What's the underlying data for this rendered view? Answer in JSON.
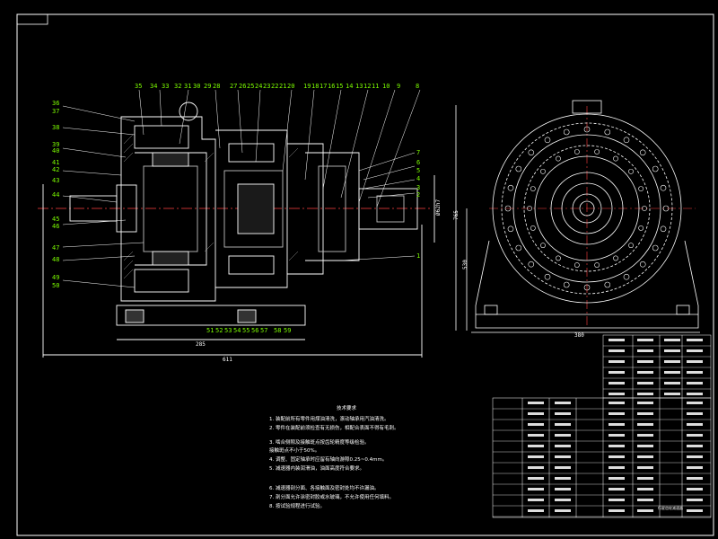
{
  "drawing": {
    "balloons_top": [
      "35",
      "34",
      "33",
      "32",
      "31",
      "30",
      "29",
      "28",
      "27",
      "26",
      "25",
      "24",
      "23",
      "22",
      "21",
      "20",
      "19",
      "18",
      "17",
      "16",
      "15",
      "14",
      "13",
      "12",
      "11",
      "10",
      "9",
      "8"
    ],
    "balloons_left": [
      "36",
      "37",
      "38",
      "39",
      "40",
      "41",
      "42",
      "43",
      "44",
      "45",
      "46",
      "47",
      "48",
      "49",
      "50"
    ],
    "balloons_right": [
      "7",
      "6",
      "5",
      "4",
      "3",
      "2",
      "1"
    ],
    "balloons_bottom": [
      "51",
      "52",
      "53",
      "54",
      "55",
      "56",
      "57",
      "58",
      "59"
    ],
    "dimensions": {
      "overall_length": "611",
      "base_length": "285",
      "shaft_dia": "Ø62h7",
      "height_total": "765",
      "center_height": "530",
      "base_width": "380"
    }
  },
  "notes": {
    "title": "技术要求",
    "lines": [
      "1. 装配前所有零件用煤油清洗，滚动轴承用汽油清洗。",
      "2. 零件在装配前须检查有无损伤，相配合表面不得有毛刺。",
      "3. 啮合侧隙及接触斑点按齿轮精度等级检验。",
      "   接触斑点不小于50%。",
      "4. 调整、固定轴承时应留有轴向游隙0.25~0.4mm。",
      "5. 减速器内装润滑油，油面高度符合要求。",
      "6. 减速器剖分面、各接触面及密封处均不许漏油。",
      "7. 剖分面允许涂密封胶或水玻璃，不允许使用任何填料。",
      "8. 按试验规程进行试验。"
    ]
  },
  "title_block": {
    "name": "行星齿轮减速器"
  }
}
